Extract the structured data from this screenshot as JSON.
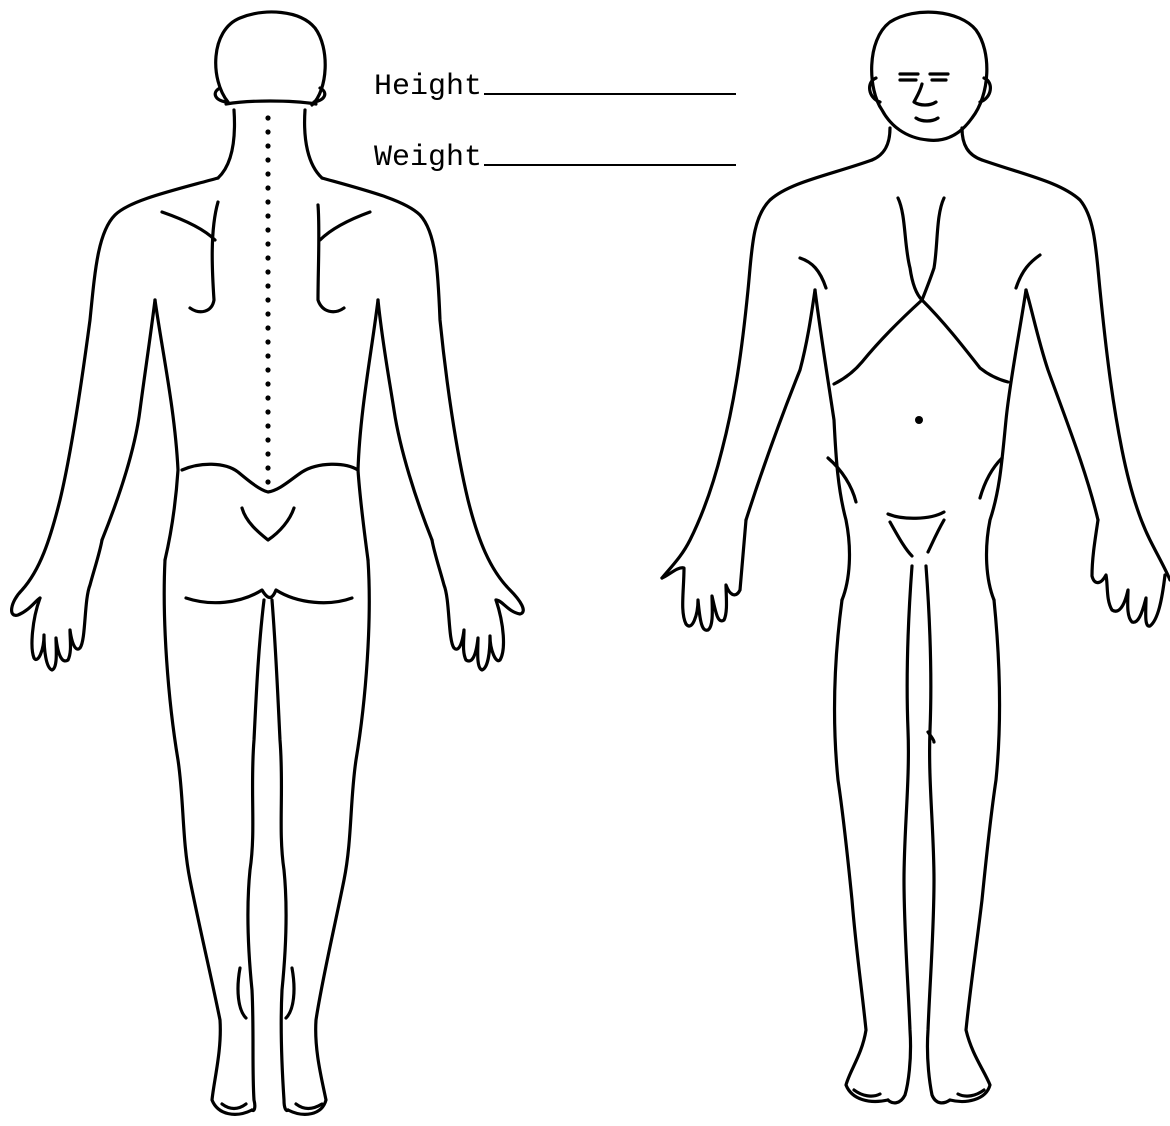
{
  "form": {
    "height_label": "Height",
    "weight_label": "Weight"
  },
  "figures": [
    {
      "name": "back-view"
    },
    {
      "name": "front-view"
    }
  ],
  "colors": {
    "line": "#000000",
    "background": "#ffffff"
  }
}
